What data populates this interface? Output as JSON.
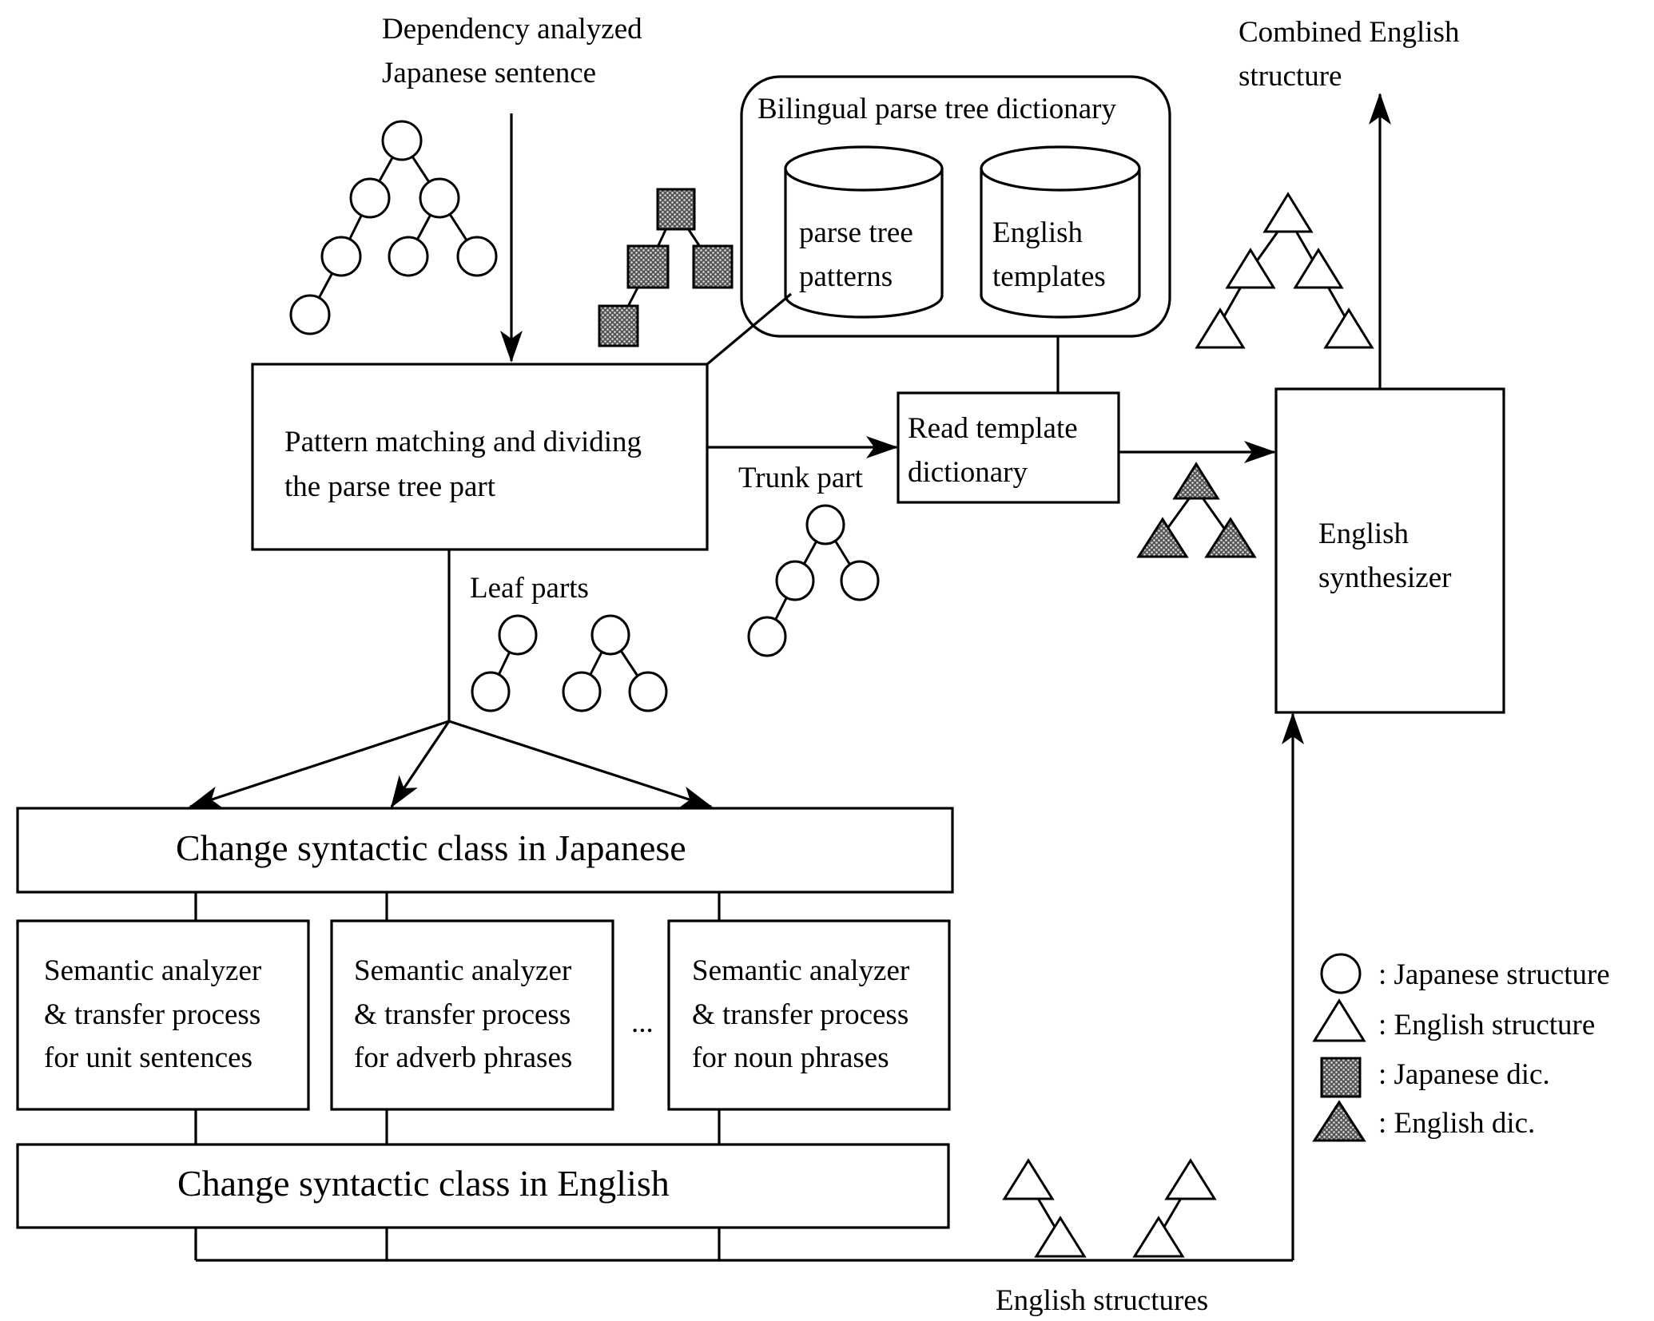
{
  "inputs": {
    "dependency_line1": "Dependency analyzed",
    "dependency_line2": "Japanese sentence",
    "combined_line1": "Combined English",
    "combined_line2": "structure"
  },
  "dictionary": {
    "title": "Bilingual parse tree dictionary",
    "patterns_line1": "parse tree",
    "patterns_line2": "patterns",
    "templates_line1": "English",
    "templates_line2": "templates"
  },
  "processes": {
    "pattern_line1": "Pattern matching and dividing",
    "pattern_line2": "the parse tree part",
    "read_line1": "Read template",
    "read_line2": "dictionary",
    "synth_line1": "English",
    "synth_line2": "synthesizer",
    "change_japanese": "Change syntactic class in Japanese",
    "change_english": "Change syntactic class in English",
    "analyzers": [
      {
        "line1": "Semantic analyzer",
        "line2": "& transfer process",
        "line3": "for unit sentences"
      },
      {
        "line1": "Semantic analyzer",
        "line2": "& transfer process",
        "line3": "for adverb phrases"
      },
      {
        "line1": "Semantic analyzer",
        "line2": "& transfer process",
        "line3": "for noun phrases"
      }
    ],
    "ellipsis": "..."
  },
  "flow_labels": {
    "trunk_part": "Trunk part",
    "leaf_parts": "Leaf parts",
    "english_structures": "English structures"
  },
  "legend": {
    "japanese_structure": ": Japanese structure",
    "english_structure": ": English structure",
    "japanese_dic": ": Japanese dic.",
    "english_dic": ": English dic."
  }
}
